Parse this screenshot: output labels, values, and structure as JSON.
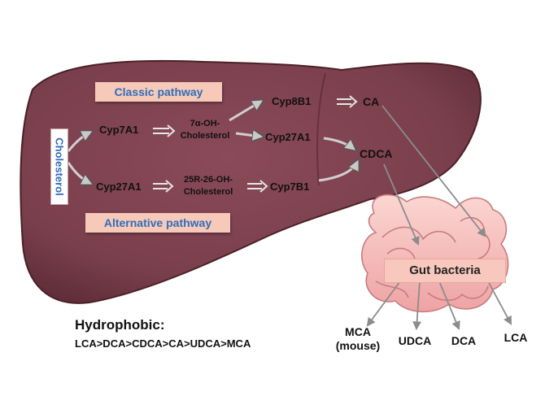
{
  "pathways": {
    "classic": "Classic pathway",
    "alternative": "Alternative pathway"
  },
  "precursor": "Cholesterol",
  "enzymes": {
    "cyp7a1": "Cyp7A1",
    "cyp27a1_left": "Cyp27A1",
    "cyp8b1": "Cyp8B1",
    "cyp27a1_right": "Cyp27A1",
    "cyp7b1": "Cyp7B1"
  },
  "intermediates": {
    "hydroxy7a_line1": "7α-OH-",
    "hydroxy7a_line2": "Cholesterol",
    "hydroxy25r_line1": "25R-26-OH-",
    "hydroxy25r_line2": "Cholesterol"
  },
  "primary_acids": {
    "ca": "CA",
    "cdca": "CDCA"
  },
  "gut": "Gut bacteria",
  "secondary_acids": {
    "mca_line1": "MCA",
    "mca_line2": "(mouse)",
    "udca": "UDCA",
    "dca": "DCA",
    "lca": "LCA"
  },
  "hydrophobic": {
    "title": "Hydrophobic:",
    "order": "LCA>DCA>CDCA>CA>UDCA>MCA"
  },
  "colors": {
    "liver": "#7a3f4c",
    "pathway_box": "#f6c9b8",
    "pathway_text": "#2f6dbb",
    "intestine": "#f2b6b4",
    "gut_box": "#f8c7bd"
  }
}
